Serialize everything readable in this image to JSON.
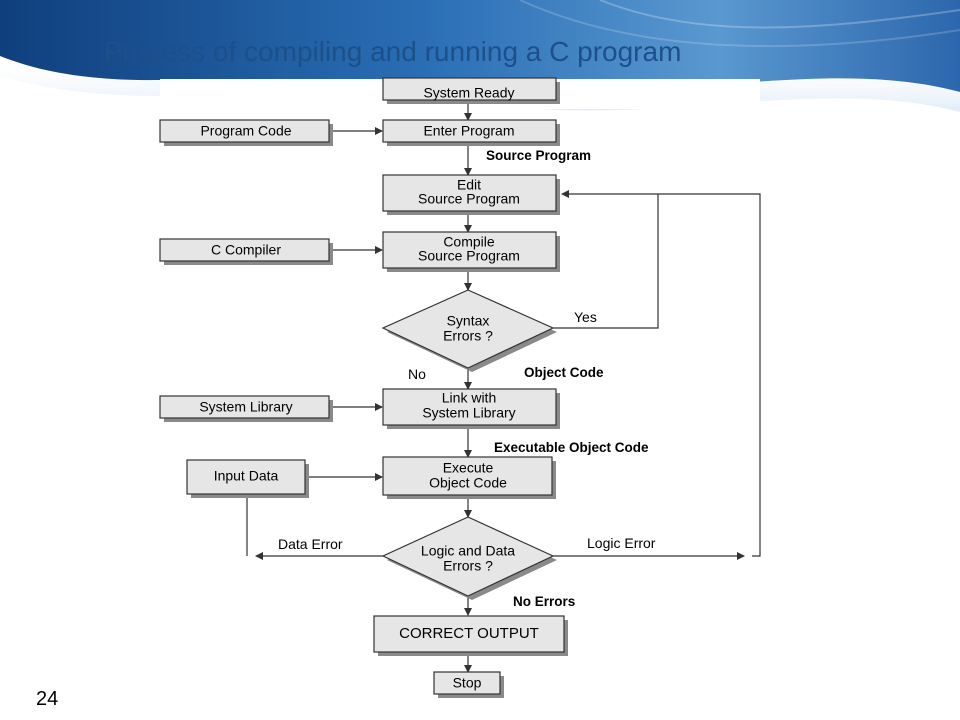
{
  "slide": {
    "title": "Process of compiling and running a C program",
    "page_number": "24"
  },
  "flowchart": {
    "main_nodes": {
      "system_ready": "System Ready",
      "enter_program": "Enter Program",
      "edit_source": [
        "Edit",
        "Source Program"
      ],
      "compile_source": [
        "Compile",
        "Source Program"
      ],
      "syntax_errors": [
        "Syntax",
        "Errors ?"
      ],
      "link_library": [
        "Link with",
        "System Library"
      ],
      "execute_object": [
        "Execute",
        "Object Code"
      ],
      "logic_data_errors": [
        "Logic and Data",
        "Errors ?"
      ],
      "correct_output": "CORRECT OUTPUT",
      "stop": "Stop"
    },
    "input_nodes": {
      "program_code": "Program Code",
      "c_compiler": "C Compiler",
      "system_library": "System Library",
      "input_data": "Input Data"
    },
    "edge_labels": {
      "source_program": "Source Program",
      "yes": "Yes",
      "no": "No",
      "object_code": "Object Code",
      "executable_object_code": "Executable Object Code",
      "data_error": "Data Error",
      "logic_error": "Logic Error",
      "no_errors": "No Errors"
    }
  },
  "colors": {
    "header_blue": "#1f5fa8",
    "title_text": "#1d4f8a",
    "box_fill": "#e6e6e6",
    "box_stroke": "#333333",
    "shadow": "#8a8a8a"
  }
}
